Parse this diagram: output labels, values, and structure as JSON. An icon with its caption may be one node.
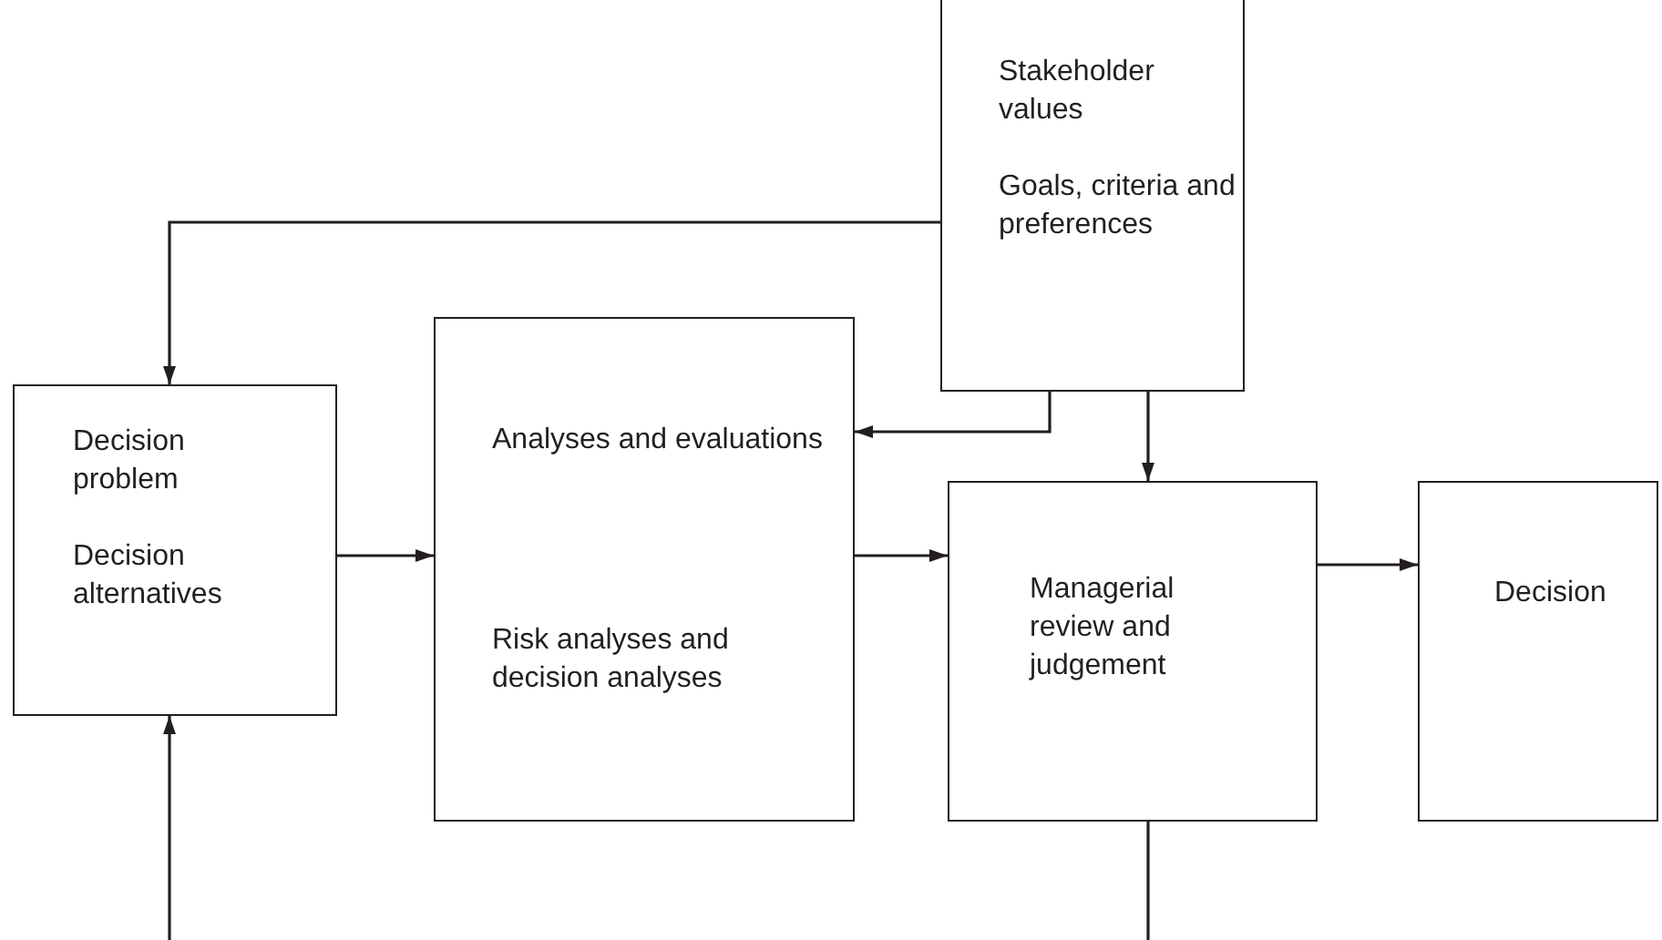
{
  "diagram": {
    "nodes": [
      {
        "text": [
          "Decision problem",
          "Decision alternatives"
        ]
      },
      {
        "text": [
          "Analyses and evaluations",
          "Risk analyses and decision analyses"
        ]
      },
      {
        "text": [
          "Stakeholder values",
          "Goals, criteria and preferences"
        ]
      },
      {
        "text": [
          "Managerial review and judgement"
        ]
      },
      {
        "text": [
          "Decision"
        ]
      }
    ],
    "edges": [
      {
        "from": 2,
        "to": 0,
        "arrow": "to"
      },
      {
        "from": 2,
        "to": 1,
        "arrow": "to"
      },
      {
        "from": 2,
        "to": 3,
        "arrow": "to"
      },
      {
        "from": 0,
        "to": 1,
        "arrow": "to"
      },
      {
        "from": 1,
        "to": 3,
        "arrow": "to"
      },
      {
        "from": 3,
        "to": 4,
        "arrow": "to"
      },
      {
        "from": null,
        "to": 0,
        "arrow": "to"
      },
      {
        "from": 3,
        "to": null,
        "arrow": "none"
      }
    ]
  }
}
